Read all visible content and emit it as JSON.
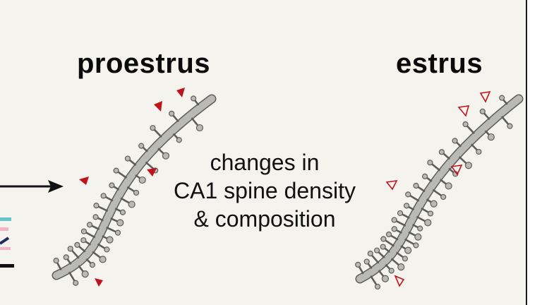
{
  "labels": {
    "left_state": "proestrus",
    "right_state": "estrus",
    "caption_line1": "changes in",
    "caption_line2": "CA1 spine density",
    "caption_line3": "& composition"
  },
  "colors": {
    "background": "#f4f3ee",
    "dendrite_fill": "#b9b9b6",
    "dendrite_stroke": "#5d5d5a",
    "marker_red": "#c0141c",
    "arrow": "#111111",
    "edge_pink": "#f3b6c8",
    "edge_teal": "#63c4cc",
    "edge_navy": "#1d2c5a"
  },
  "markers": {
    "proestrus": "filled-triangle",
    "estrus": "open-triangle"
  },
  "icons": [
    "arrow-right-icon",
    "dendrite-illustration",
    "spine-marker-icon"
  ]
}
